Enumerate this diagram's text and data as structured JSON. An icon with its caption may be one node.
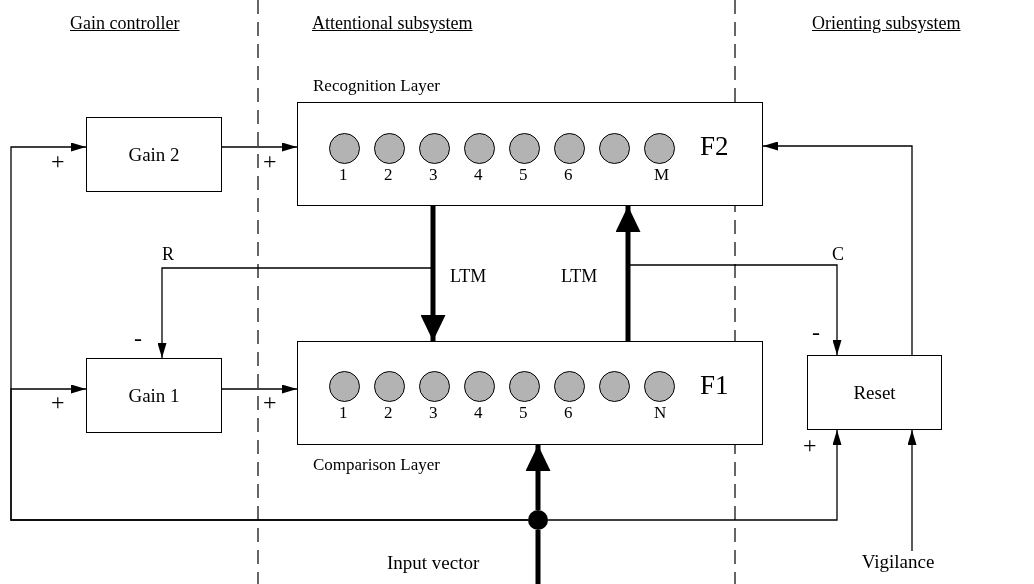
{
  "diagram": {
    "nodes": [
      {
        "text": [
          "Gain 2"
        ]
      },
      {
        "text": [
          "Recognition Layer",
          "F2"
        ]
      },
      {
        "text": [],
        "shape": "circle",
        "in": 1,
        "beside": [
          "1"
        ]
      },
      {
        "text": [],
        "shape": "circle",
        "in": 1,
        "beside": [
          "2"
        ]
      },
      {
        "text": [],
        "shape": "circle",
        "in": 1,
        "beside": [
          "3"
        ]
      },
      {
        "text": [],
        "shape": "circle",
        "in": 1,
        "beside": [
          "4"
        ]
      },
      {
        "text": [],
        "shape": "circle",
        "in": 1,
        "beside": [
          "5"
        ]
      },
      {
        "text": [],
        "shape": "circle",
        "in": 1,
        "beside": [
          "6"
        ]
      },
      {
        "text": [],
        "shape": "circle",
        "in": 1
      },
      {
        "text": [],
        "shape": "circle",
        "in": 1,
        "beside": [
          "M"
        ]
      },
      {
        "text": [
          "Gain 1"
        ]
      },
      {
        "text": [
          "F1",
          "Comparison Layer"
        ]
      },
      {
        "text": [],
        "shape": "circle",
        "in": 11,
        "beside": [
          "1"
        ]
      },
      {
        "text": [],
        "shape": "circle",
        "in": 11,
        "beside": [
          "2"
        ]
      },
      {
        "text": [],
        "shape": "circle",
        "in": 11,
        "beside": [
          "3"
        ]
      },
      {
        "text": [],
        "shape": "circle",
        "in": 11,
        "beside": [
          "4"
        ]
      },
      {
        "text": [],
        "shape": "circle",
        "in": 11,
        "beside": [
          "5"
        ]
      },
      {
        "text": [],
        "shape": "circle",
        "in": 11,
        "beside": [
          "6"
        ]
      },
      {
        "text": [],
        "shape": "circle",
        "in": 11
      },
      {
        "text": [],
        "shape": "circle",
        "in": 11,
        "beside": [
          "N"
        ]
      },
      {
        "text": [
          "Reset"
        ]
      },
      {
        "text": [],
        "shape": "circle"
      },
      {
        "text": [
          "Vigilance"
        ]
      }
    ],
    "edges": [
      {
        "from": 0,
        "to": 1,
        "arrow": "to"
      },
      {
        "from": 1,
        "to": 11,
        "arrow": "to",
        "style": "thick",
        "label": "LTM"
      },
      {
        "from": 11,
        "to": 1,
        "arrow": "to",
        "style": "thick",
        "label": "LTM"
      },
      {
        "from": 1,
        "to": 10,
        "arrow": "to",
        "label": "R"
      },
      {
        "from": 11,
        "to": 20,
        "arrow": "to",
        "label": "C"
      },
      {
        "from": 20,
        "to": 1,
        "arrow": "to"
      },
      {
        "from": 10,
        "to": 11,
        "arrow": "to"
      },
      {
        "from": 21,
        "to": 10,
        "arrow": "to"
      },
      {
        "from": 21,
        "to": 0,
        "arrow": "to"
      },
      {
        "from": 21,
        "to": 20,
        "arrow": "to"
      },
      {
        "from": null,
        "to": 21,
        "arrow": "none",
        "style": "thick"
      },
      {
        "from": 21,
        "to": 11,
        "arrow": "to",
        "style": "thick"
      },
      {
        "from": 22,
        "to": 20,
        "arrow": "to"
      }
    ],
    "labels": [
      "Gain controller",
      "Attentional subsystem",
      "Orienting subsystem",
      "+",
      "+",
      "-",
      "-",
      "+",
      "+",
      "+",
      "Input vector"
    ]
  }
}
